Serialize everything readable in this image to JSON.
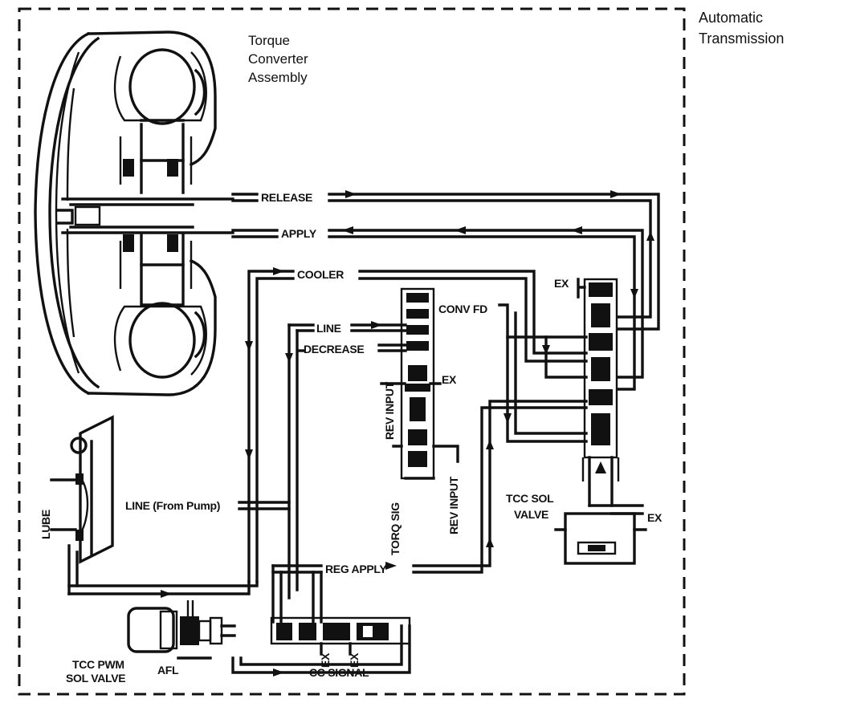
{
  "labels": {
    "automatic": "Automatic",
    "transmission": "Transmission",
    "torque1": "Torque",
    "torque2": "Converter",
    "torque3": "Assembly",
    "release": "RELEASE",
    "apply": "APPLY",
    "cooler": "COOLER",
    "line": "LINE",
    "decrease": "DECREASE",
    "conv_fd": "CONV FD",
    "ex": "EX",
    "rev_input": "REV INPUT",
    "torq_sig": "TORQ SIG",
    "tcc_sol1": "TCC SOL",
    "tcc_sol2": "VALVE",
    "lube": "LUBE",
    "line_from_pump": "LINE (From Pump)",
    "reg_apply": "REG APPLY",
    "tcc_pwm1": "TCC PWM",
    "tcc_pwm2": "SOL VALVE",
    "afl": "AFL",
    "cc_signal": "CC SIGNAL"
  }
}
